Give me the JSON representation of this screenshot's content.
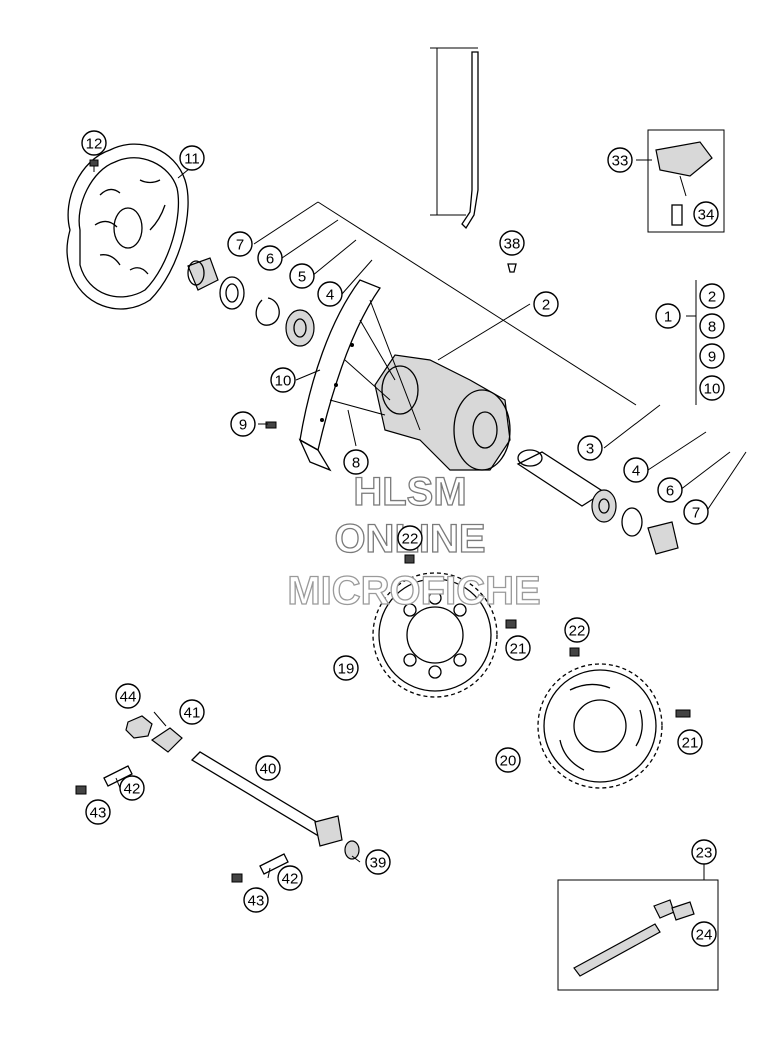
{
  "diagram": {
    "type": "exploded parts diagram",
    "subject": "rear wheel assembly"
  },
  "watermark": {
    "line1": "HLSM",
    "line2": "ONLINE",
    "line3": "MICROFICHE",
    "color": "#7a7a7a"
  },
  "callouts": [
    {
      "id": "c12",
      "label": "12"
    },
    {
      "id": "c11",
      "label": "11"
    },
    {
      "id": "c7a",
      "label": "7"
    },
    {
      "id": "c6a",
      "label": "6"
    },
    {
      "id": "c5",
      "label": "5"
    },
    {
      "id": "c4a",
      "label": "4"
    },
    {
      "id": "c2",
      "label": "2"
    },
    {
      "id": "c10a",
      "label": "10"
    },
    {
      "id": "c9a",
      "label": "9"
    },
    {
      "id": "c8a",
      "label": "8"
    },
    {
      "id": "c38",
      "label": "38"
    },
    {
      "id": "c33",
      "label": "33"
    },
    {
      "id": "c34",
      "label": "34"
    },
    {
      "id": "c1",
      "label": "1"
    },
    {
      "id": "c2b",
      "label": "2"
    },
    {
      "id": "c8b",
      "label": "8"
    },
    {
      "id": "c9b",
      "label": "9"
    },
    {
      "id": "c10b",
      "label": "10"
    },
    {
      "id": "c3",
      "label": "3"
    },
    {
      "id": "c4b",
      "label": "4"
    },
    {
      "id": "c6b",
      "label": "6"
    },
    {
      "id": "c7b",
      "label": "7"
    },
    {
      "id": "c22a",
      "label": "22"
    },
    {
      "id": "c19",
      "label": "19"
    },
    {
      "id": "c21a",
      "label": "21"
    },
    {
      "id": "c22b",
      "label": "22"
    },
    {
      "id": "c21b",
      "label": "21"
    },
    {
      "id": "c20",
      "label": "20"
    },
    {
      "id": "c44",
      "label": "44"
    },
    {
      "id": "c41",
      "label": "41"
    },
    {
      "id": "c40",
      "label": "40"
    },
    {
      "id": "c42a",
      "label": "42"
    },
    {
      "id": "c43a",
      "label": "43"
    },
    {
      "id": "c39",
      "label": "39"
    },
    {
      "id": "c42b",
      "label": "42"
    },
    {
      "id": "c43b",
      "label": "43"
    },
    {
      "id": "c23",
      "label": "23"
    },
    {
      "id": "c24",
      "label": "24"
    }
  ]
}
